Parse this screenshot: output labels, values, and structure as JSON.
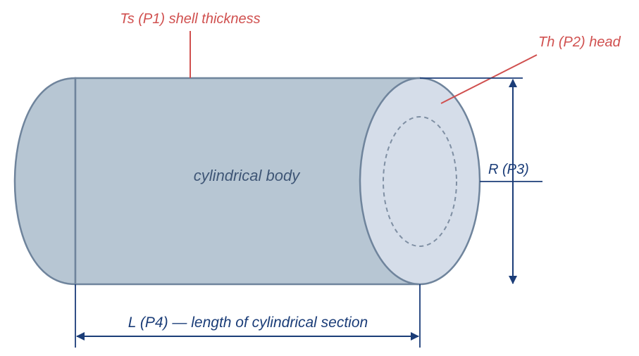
{
  "labels": {
    "shell_thickness": "Ts (P1) shell thickness",
    "head": "Th (P2) head",
    "radius": "R (P3)",
    "length": "L (P4) — length of cylindrical section",
    "body": "cylindrical body"
  },
  "colors": {
    "body_fill": "#b7c6d3",
    "head_fill": "#d5dde9",
    "outline": "#6f849c",
    "dimension": "#1b3d78",
    "annotation": "#d0504f",
    "body_text": "#3f5676"
  }
}
